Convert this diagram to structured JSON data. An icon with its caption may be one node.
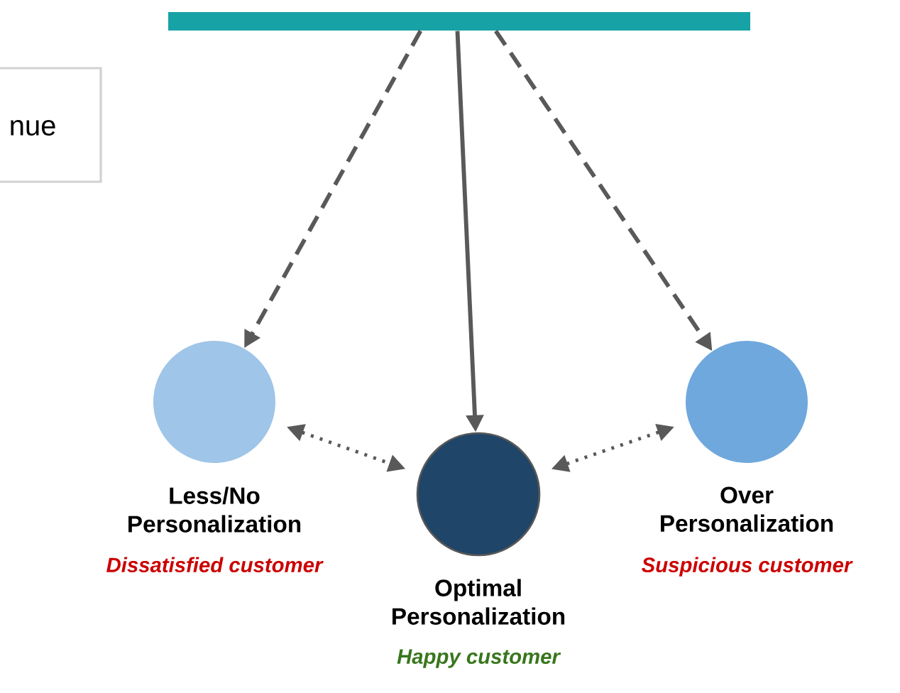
{
  "diagram": {
    "nodes": [
      {
        "text": [],
        "shape": "bar"
      },
      {
        "text": [
          "nue"
        ]
      },
      {
        "text": [
          "Less/No Personalization",
          "Dissatisfied customer"
        ]
      },
      {
        "text": [
          "Optimal Personalization",
          "Happy customer"
        ]
      },
      {
        "text": [
          "Over Personalization",
          "Suspicious  customer"
        ]
      }
    ],
    "edges": [
      {
        "from": 0,
        "to": 2,
        "arrow": "to",
        "style": "dashed"
      },
      {
        "from": 0,
        "to": 3,
        "arrow": "to"
      },
      {
        "from": 0,
        "to": 4,
        "arrow": "to",
        "style": "dashed"
      },
      {
        "from": 2,
        "to": 3,
        "arrow": "both",
        "style": "dashed"
      },
      {
        "from": 3,
        "to": 4,
        "arrow": "both",
        "style": "dashed"
      }
    ]
  }
}
